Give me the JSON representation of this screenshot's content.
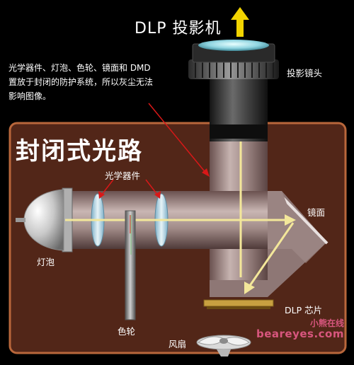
{
  "title": "DLP 投影机",
  "note": "光学器件、灯泡、色轮、镜面和 DMD 置放于封闭的防护系统，所以灰尘无法影响图像。",
  "sealed_path_title": "封闭式光路",
  "labels": {
    "lens": "投影镜头",
    "optics": "光学器件",
    "mirror": "镜面",
    "lamp": "灯泡",
    "color_wheel": "色轮",
    "dlp_chip": "DLP 芯片",
    "fan": "风扇"
  },
  "watermark": {
    "cn": "小熊在线",
    "en": "beareyes.com"
  },
  "colors": {
    "background": "#000000",
    "enclosure_border": "#b9673b",
    "enclosure_fill": "#522618",
    "light_beam": "#f3e79a",
    "arrow_yellow": "#f2d400",
    "pointer_red": "#d81818",
    "chip_gold": "#c8a040"
  },
  "icons": [
    "up-arrow-icon",
    "fan-icon"
  ]
}
